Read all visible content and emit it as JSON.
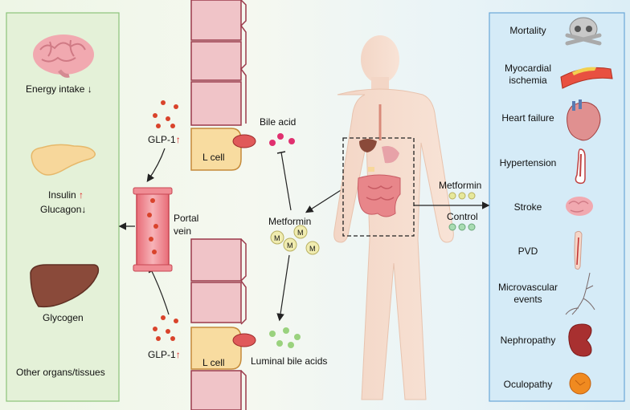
{
  "left_panel": {
    "energy_intake": "Energy intake",
    "insulin": "Insulin",
    "glucagon": "Glucagon",
    "glycogen": "Glycogen",
    "other_organs": "Other organs/tissues"
  },
  "middle": {
    "glp1_top": "GLP-1",
    "glp1_bottom": "GLP-1",
    "l_cell_top": "L cell",
    "l_cell_bottom": "L cell",
    "bile_acid": "Bile acid",
    "portal_vein": "Portal\nvein",
    "metformin": "Metformin",
    "metformin_pill": "M",
    "luminal_bile_acids": "Luminal bile acids"
  },
  "body": {
    "metformin_label": "Metformin",
    "control_label": "Control"
  },
  "right_panel": {
    "outcomes": [
      {
        "label": "Mortality",
        "icon": "skull-icon"
      },
      {
        "label": "Myocardial\nischemia",
        "icon": "artery-plaque-icon"
      },
      {
        "label": "Heart failure",
        "icon": "heart-icon"
      },
      {
        "label": "Hypertension",
        "icon": "vessel-icon"
      },
      {
        "label": "Stroke",
        "icon": "brain-icon"
      },
      {
        "label": "PVD",
        "icon": "leg-vessel-icon"
      },
      {
        "label": "Microvascular\nevents",
        "icon": "capillary-icon"
      },
      {
        "label": "Nephropathy",
        "icon": "kidney-icon"
      },
      {
        "label": "Oculopathy",
        "icon": "eye-icon"
      }
    ]
  },
  "arrows": {
    "up": "↑",
    "down": "↓"
  },
  "colors": {
    "left_panel_border": "#8cc37a",
    "right_panel_border": "#6aa7d8",
    "glp1_dot": "#d9432b",
    "bile_dot": "#e0306f",
    "luminal_dot": "#9ad27e"
  }
}
